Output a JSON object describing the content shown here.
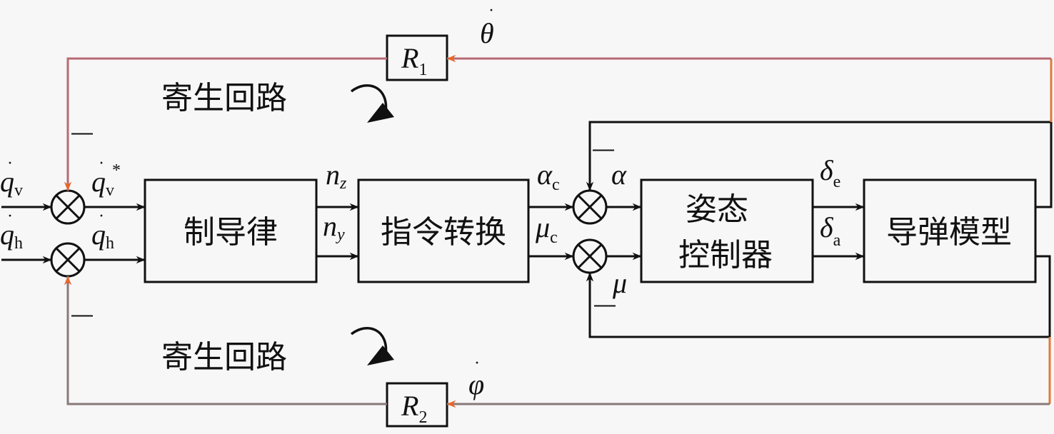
{
  "diagram": {
    "type": "control-block-diagram",
    "blocks": {
      "guidance_law": "制导律",
      "command_conversion": "指令转换",
      "attitude_controller_line1": "姿态",
      "attitude_controller_line2": "控制器",
      "missile_model": "导弹模型",
      "r1": "R",
      "r1_sub": "1",
      "r2": "R",
      "r2_sub": "2"
    },
    "annotations": {
      "parasitic_loop_top": "寄生回路",
      "parasitic_loop_bottom": "寄生回路"
    },
    "signals": {
      "qv": {
        "base": "q",
        "sub": "v",
        "dot": "·"
      },
      "qh": {
        "base": "q",
        "sub": "h",
        "dot": "·"
      },
      "qv_star": {
        "base": "q",
        "sub": "v",
        "sup": "*",
        "dot": "·"
      },
      "qh_out": {
        "base": "q",
        "sub": "h",
        "dot": "·"
      },
      "nz": {
        "base": "n",
        "sub": "z"
      },
      "ny": {
        "base": "n",
        "sub": "y"
      },
      "alpha_c": {
        "base": "α",
        "sub": "c"
      },
      "mu_c": {
        "base": "μ",
        "sub": "c"
      },
      "alpha": {
        "base": "α"
      },
      "mu": {
        "base": "μ"
      },
      "delta_e": {
        "base": "δ",
        "sub": "e"
      },
      "delta_a": {
        "base": "δ",
        "sub": "a"
      },
      "theta_dot": {
        "base": "θ",
        "dot": "·"
      },
      "phi_dot": {
        "base": "φ",
        "dot": "·"
      }
    },
    "signs": {
      "minus": "—"
    },
    "colors": {
      "wire": "#111111",
      "feedback_top": "#b86a74",
      "feedback_bottom": "#8a7a7a",
      "arrow_accent": "#e8662a",
      "background": "#f7f7f7"
    }
  }
}
